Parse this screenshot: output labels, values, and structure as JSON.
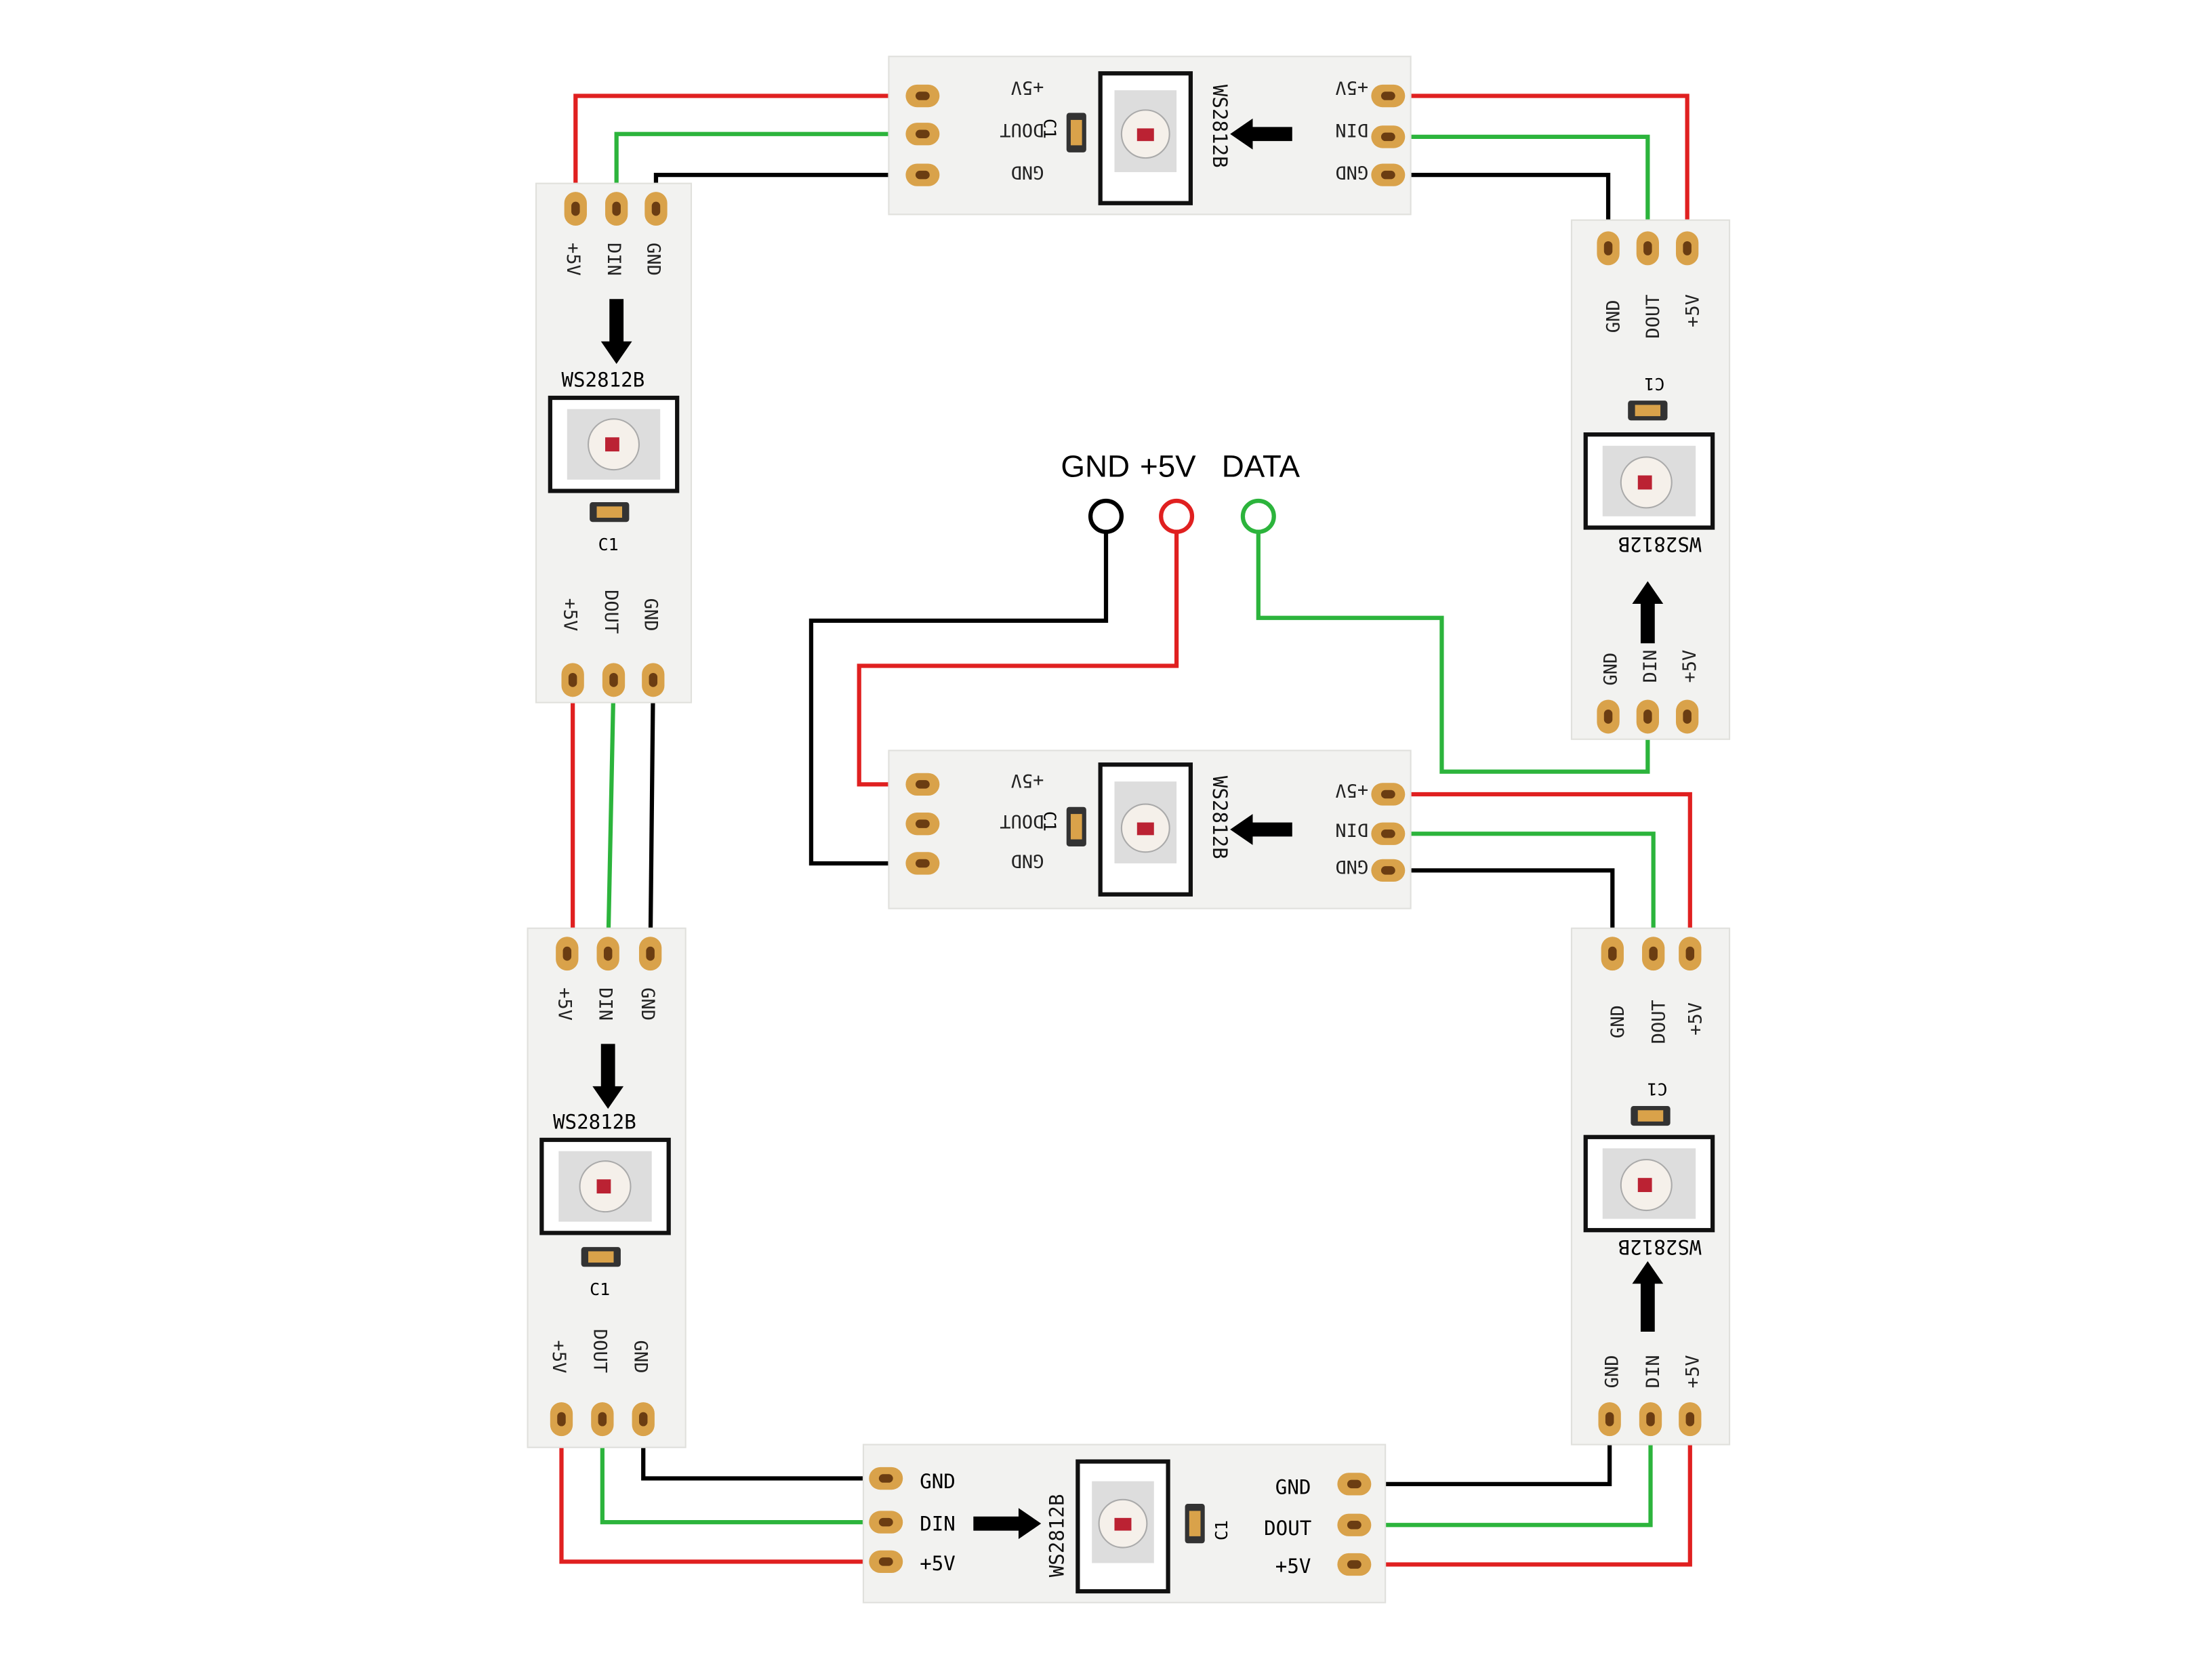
{
  "connector": {
    "gnd_label": "GND",
    "v5_label": "+5V",
    "data_label": "DATA"
  },
  "segments": [
    {
      "id": "top",
      "chip_label": "WS2812B",
      "cap_label": "C1",
      "pads": [
        "+5V",
        "DOUT",
        "GND"
      ],
      "pads_right": [
        "+5V",
        "DIN",
        "GND"
      ]
    },
    {
      "id": "upper-right",
      "chip_label": "WS2812B",
      "cap_label": "C1",
      "pads_top": [
        "GND",
        "DOUT",
        "+5V"
      ],
      "pads_bottom": [
        "GND",
        "DIN",
        "+5V"
      ]
    },
    {
      "id": "upper-left",
      "chip_label": "WS2812B",
      "cap_label": "C1",
      "pads_top": [
        "+5V",
        "DIN",
        "GND"
      ],
      "pads_bottom": [
        "+5V",
        "DOUT",
        "GND"
      ]
    },
    {
      "id": "middle",
      "chip_label": "WS2812B",
      "cap_label": "C1",
      "pads": [
        "+5V",
        "DOUT",
        "GND"
      ],
      "pads_right": [
        "+5V",
        "DIN",
        "GND"
      ]
    },
    {
      "id": "lower-right",
      "chip_label": "WS2812B",
      "cap_label": "C1",
      "pads_top": [
        "GND",
        "DOUT",
        "+5V"
      ],
      "pads_bottom": [
        "GND",
        "DIN",
        "+5V"
      ]
    },
    {
      "id": "lower-left",
      "chip_label": "WS2812B",
      "cap_label": "C1",
      "pads_top": [
        "+5V",
        "DIN",
        "GND"
      ],
      "pads_bottom": [
        "+5V",
        "DOUT",
        "GND"
      ]
    },
    {
      "id": "bottom",
      "chip_label": "WS2812B",
      "cap_label": "C1",
      "pads": [
        "GND",
        "DIN",
        "+5V"
      ],
      "pads_right": [
        "GND",
        "DOUT",
        "+5V"
      ]
    }
  ],
  "colors": {
    "power": "#e02020",
    "data": "#2cb43c",
    "ground": "#000000",
    "pad": "#d9a24a",
    "strip": "#f2f2f0"
  }
}
